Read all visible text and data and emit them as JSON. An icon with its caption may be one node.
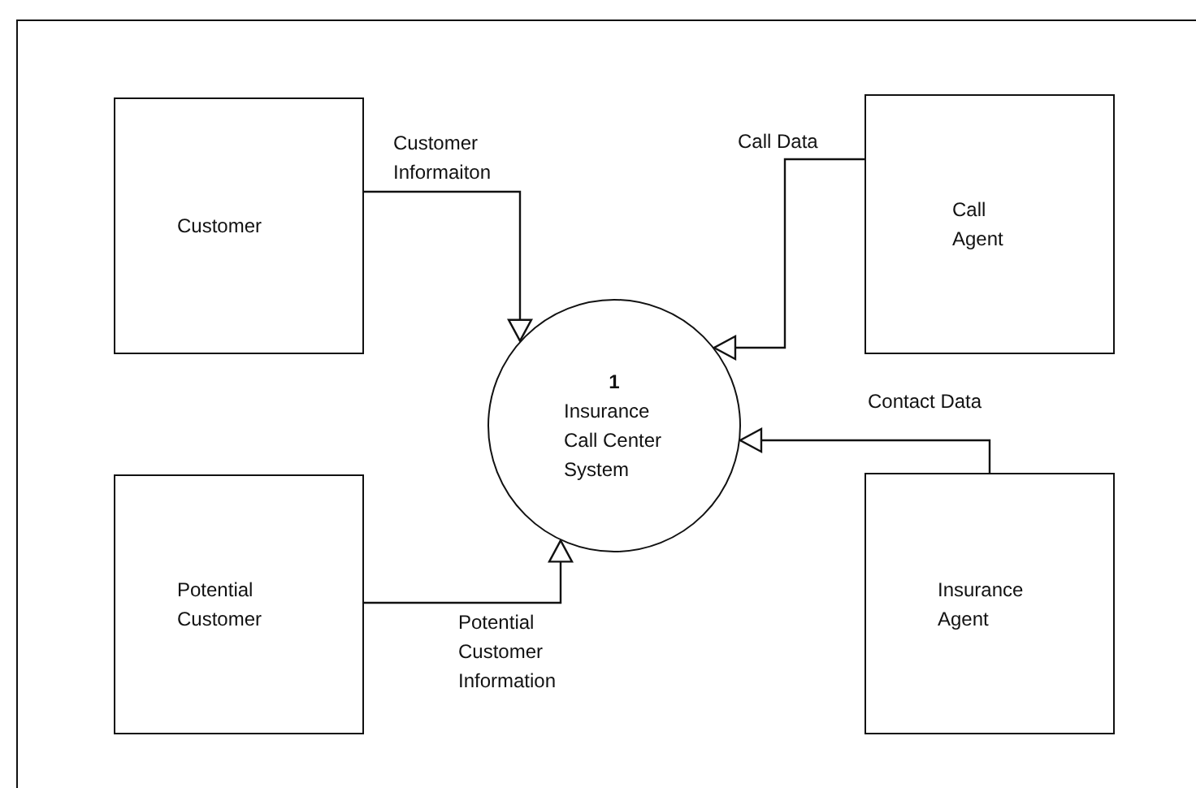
{
  "diagram": {
    "nodes": [
      {
        "text": [
          "Customer"
        ]
      },
      {
        "text": [
          "Call Agent"
        ]
      },
      {
        "text": [
          "1",
          "Insurance Call Center System"
        ]
      },
      {
        "text": [
          "Potential Customer"
        ]
      },
      {
        "text": [
          "Insurance Agent"
        ]
      }
    ],
    "edges": [
      {
        "from": 0,
        "to": 2,
        "arrow": "to",
        "label": "Customer Informaiton"
      },
      {
        "from": 1,
        "to": 2,
        "arrow": "to",
        "label": "Call Data"
      },
      {
        "from": 4,
        "to": 2,
        "arrow": "to",
        "label": "Contact Data"
      },
      {
        "from": 3,
        "to": 2,
        "arrow": "to",
        "label": "Potential Customer Information"
      }
    ]
  }
}
